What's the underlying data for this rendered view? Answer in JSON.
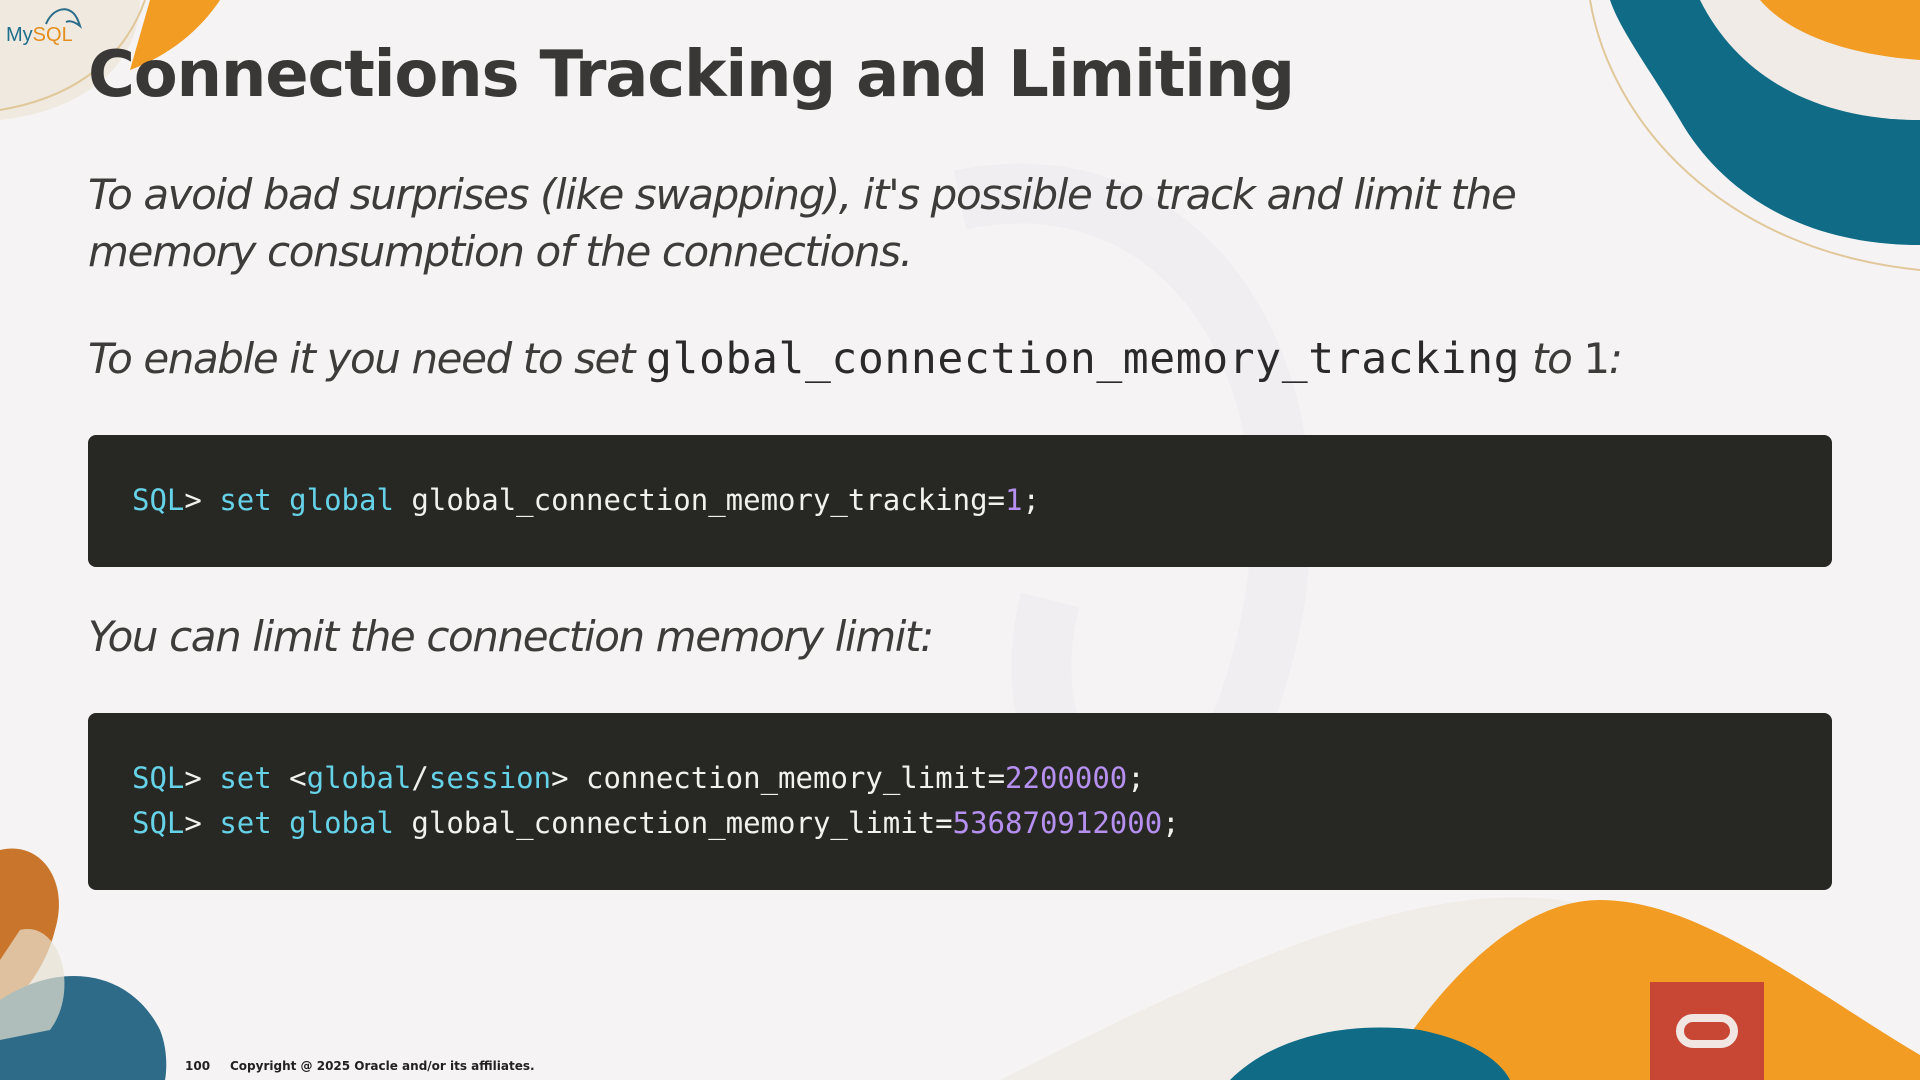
{
  "logo": {
    "text_my": "My",
    "text_sql": "SQL"
  },
  "slide": {
    "title": "Connections Tracking and Limiting",
    "paragraph1": "To avoid bad surprises (like swapping), it's possible to track and limit the memory consumption of the connections.",
    "paragraph2": {
      "prefix": "To enable it you need to set ",
      "variable": "global_connection_memory_tracking",
      "middle": " to ",
      "value": "1",
      "suffix": ":"
    },
    "paragraph3": "You can limit the connection memory limit:"
  },
  "code_block_1": {
    "line1": {
      "prompt": "SQL",
      "gt": "> ",
      "kw1": "set",
      "kw2": "global",
      "var": " global_connection_memory_tracking=",
      "value": "1",
      "end": ";"
    }
  },
  "code_block_2": {
    "line1": {
      "prompt": "SQL",
      "gt": "> ",
      "kw1": "set",
      "lt": " <",
      "scope1": "global",
      "slash": "/",
      "scope2": "session",
      "gt2": ">",
      "var": " connection_memory_limit=",
      "value": "2200000",
      "end": ";"
    },
    "line2": {
      "prompt": "SQL",
      "gt": "> ",
      "kw1": "set",
      "kw2": "global",
      "var": " global_connection_memory_limit=",
      "value": "536870912000",
      "end": ";"
    }
  },
  "footer": {
    "page_number": "100",
    "copyright": "Copyright @ 2025 Oracle and/or its affiliates."
  },
  "colors": {
    "background": "#f5f3f3",
    "title": "#3a3836",
    "code_background": "#272824",
    "keyword": "#66d2e8",
    "number": "#b690f0",
    "teal": "#0f6b86",
    "orange": "#f29c24",
    "oracle_red": "#c74634"
  }
}
